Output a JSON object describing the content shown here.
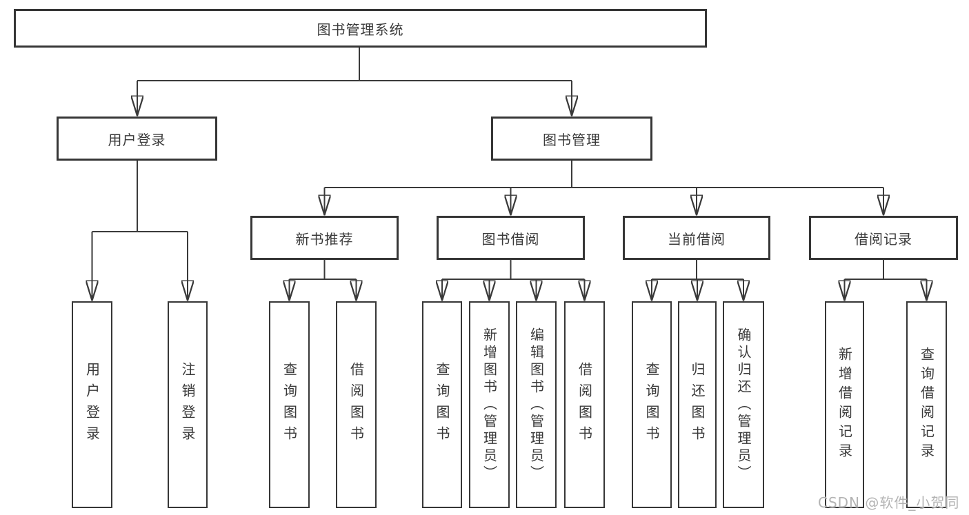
{
  "diagram": {
    "root": {
      "label": "图书管理系统"
    },
    "branches": [
      {
        "label": "用户登录",
        "children": [
          {
            "label": "用户登录"
          },
          {
            "label": "注销登录"
          }
        ]
      },
      {
        "label": "图书管理",
        "children": [
          {
            "label": "新书推荐",
            "children": [
              {
                "label": "查询图书"
              },
              {
                "label": "借阅图书"
              }
            ]
          },
          {
            "label": "图书借阅",
            "children": [
              {
                "label": "查询图书"
              },
              {
                "label": "新增图书（管理员）"
              },
              {
                "label": "编辑图书（管理员）"
              },
              {
                "label": "借阅图书"
              }
            ]
          },
          {
            "label": "当前借阅",
            "children": [
              {
                "label": "查询图书"
              },
              {
                "label": "归还图书"
              },
              {
                "label": "确认归还（管理员）"
              }
            ]
          },
          {
            "label": "借阅记录",
            "children": [
              {
                "label": "新增借阅记录"
              },
              {
                "label": "查询借阅记录"
              }
            ]
          }
        ]
      }
    ]
  },
  "watermark": {
    "text": "CSDN @软件_小贺同学"
  },
  "colors": {
    "background": "#ffffff",
    "box_border": "#363636",
    "line": "#3a3a3a",
    "text": "#3a3a3a",
    "watermark": "#b3b3b3"
  }
}
